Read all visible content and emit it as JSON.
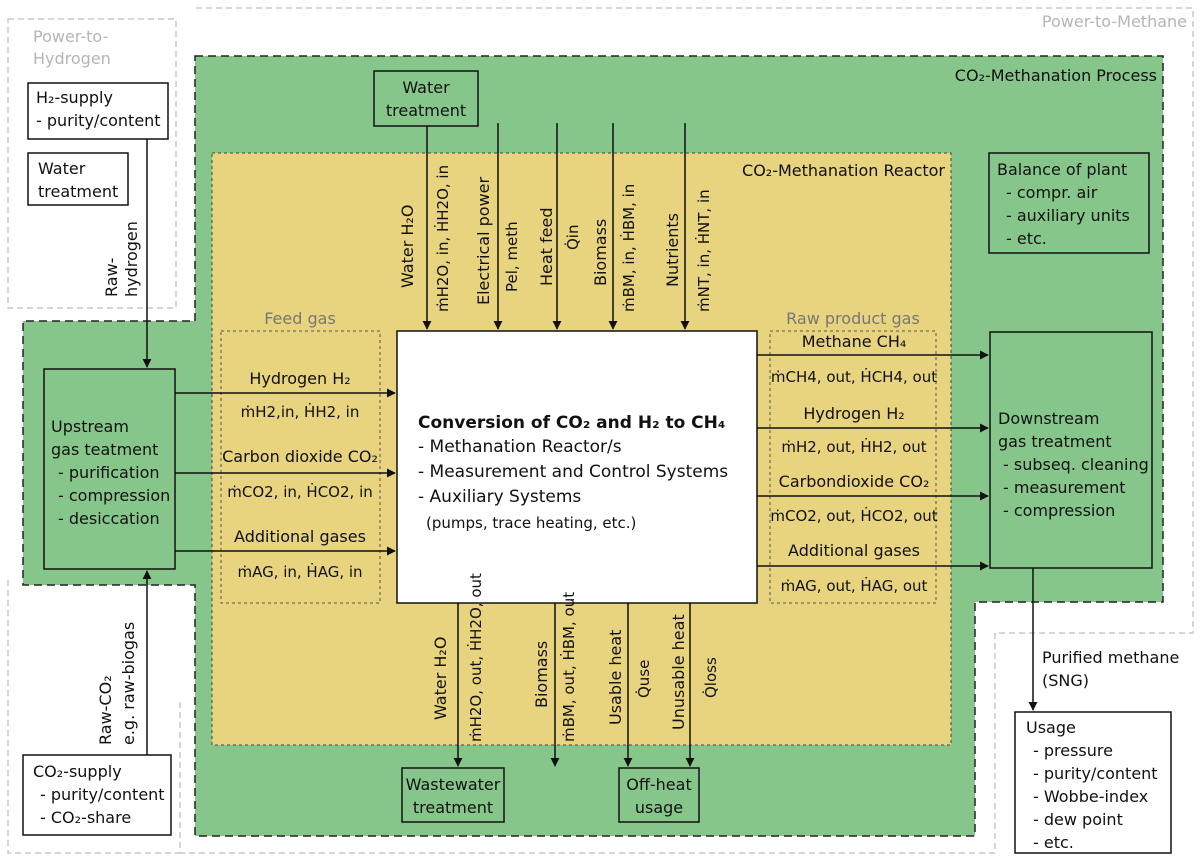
{
  "regions": {
    "power_to_methane": "Power-to-Methane",
    "power_to_hydrogen_line1": "Power-to-",
    "power_to_hydrogen_line2": "Hydrogen",
    "co2_methanation_process": "CO₂-Methanation Process",
    "co2_methanation_reactor": "CO₂-Methanation Reactor",
    "feed_gas": "Feed gas",
    "raw_product_gas": "Raw product gas"
  },
  "boxes": {
    "h2_supply": {
      "title": "H₂-supply",
      "items": [
        "- purity/content"
      ]
    },
    "water_treatment_left": {
      "lines": [
        "Water",
        "treatment"
      ]
    },
    "water_treatment_top": {
      "lines": [
        "Water",
        "treatment"
      ]
    },
    "balance_of_plant": {
      "title": "Balance of plant",
      "items": [
        "- compr. air",
        "- auxiliary units",
        "- etc."
      ]
    },
    "upstream": {
      "title_lines": [
        "Upstream",
        "gas teatment"
      ],
      "items": [
        "- purification",
        "- compression",
        "- desiccation"
      ]
    },
    "downstream": {
      "title_lines": [
        "Downstream",
        "gas treatment"
      ],
      "items": [
        "- subseq. cleaning",
        "- measurement",
        "- compression"
      ]
    },
    "co2_supply": {
      "title": "CO₂-supply",
      "items": [
        "- purity/content",
        "- CO₂-share"
      ]
    },
    "usage": {
      "title": "Usage",
      "items": [
        "- pressure",
        "- purity/content",
        "- Wobbe-index",
        "- dew point",
        "- etc."
      ]
    },
    "wastewater": {
      "lines": [
        "Wastewater",
        "treatment"
      ]
    },
    "offheat": {
      "lines": [
        "Off-heat",
        "usage"
      ]
    }
  },
  "center": {
    "title": "Conversion of CO₂ and H₂ to CH₄",
    "items": [
      "- Methanation Reactor/s",
      "- Measurement and Control Systems",
      "- Auxiliary Systems"
    ],
    "note": "(pumps, trace heating, etc.)"
  },
  "flows": {
    "raw_hydrogen": [
      "Raw-",
      "hydrogen"
    ],
    "raw_co2": [
      "Raw-CO₂",
      "e.g. raw-biogas"
    ],
    "purified_methane": [
      "Purified methane",
      "(SNG)"
    ]
  },
  "feed": [
    {
      "name": "Hydrogen H₂",
      "flow": "ṁH2,in, ḢH2, in"
    },
    {
      "name": "Carbon dioxide CO₂",
      "flow": "ṁCO2, in, ḢCO2, in"
    },
    {
      "name": "Additional gases",
      "flow": "ṁAG, in, ḢAG, in"
    }
  ],
  "product": [
    {
      "name": "Methane CH₄",
      "flow": "ṁCH4, out, ḢCH4, out"
    },
    {
      "name": "Hydrogen H₂",
      "flow": "ṁH2, out, ḢH2, out"
    },
    {
      "name": "Carbondioxide CO₂",
      "flow": "ṁCO2, out, ḢCO2, out"
    },
    {
      "name": "Additional gases",
      "flow": "ṁAG, out, ḢAG, out"
    }
  ],
  "inputs_top": [
    {
      "name": "Water H₂O",
      "flow": "ṁH2O, in, ḢH2O, in"
    },
    {
      "name": "Electrical power",
      "flow": "Pel, meth"
    },
    {
      "name": "Heat feed",
      "flow": "Q̇in"
    },
    {
      "name": "Biomass",
      "flow": "ṁBM, in, ḢBM, in"
    },
    {
      "name": "Nutrients",
      "flow": "ṁNT, in, ḢNT, in"
    }
  ],
  "outputs_bottom": [
    {
      "name": "Water H₂O",
      "flow": "ṁH2O, out, ḢH2O, out"
    },
    {
      "name": "Biomass",
      "flow": "ṁBM, out, ḢBM, out"
    },
    {
      "name": "Usable heat",
      "flow": "Q̇use"
    },
    {
      "name": "Unusable heat",
      "flow": "Q̇loss"
    }
  ],
  "colors": {
    "process_green": "#86c68a",
    "reactor_yellow": "#e8d37f",
    "grey_text": "#b5b5b5"
  }
}
